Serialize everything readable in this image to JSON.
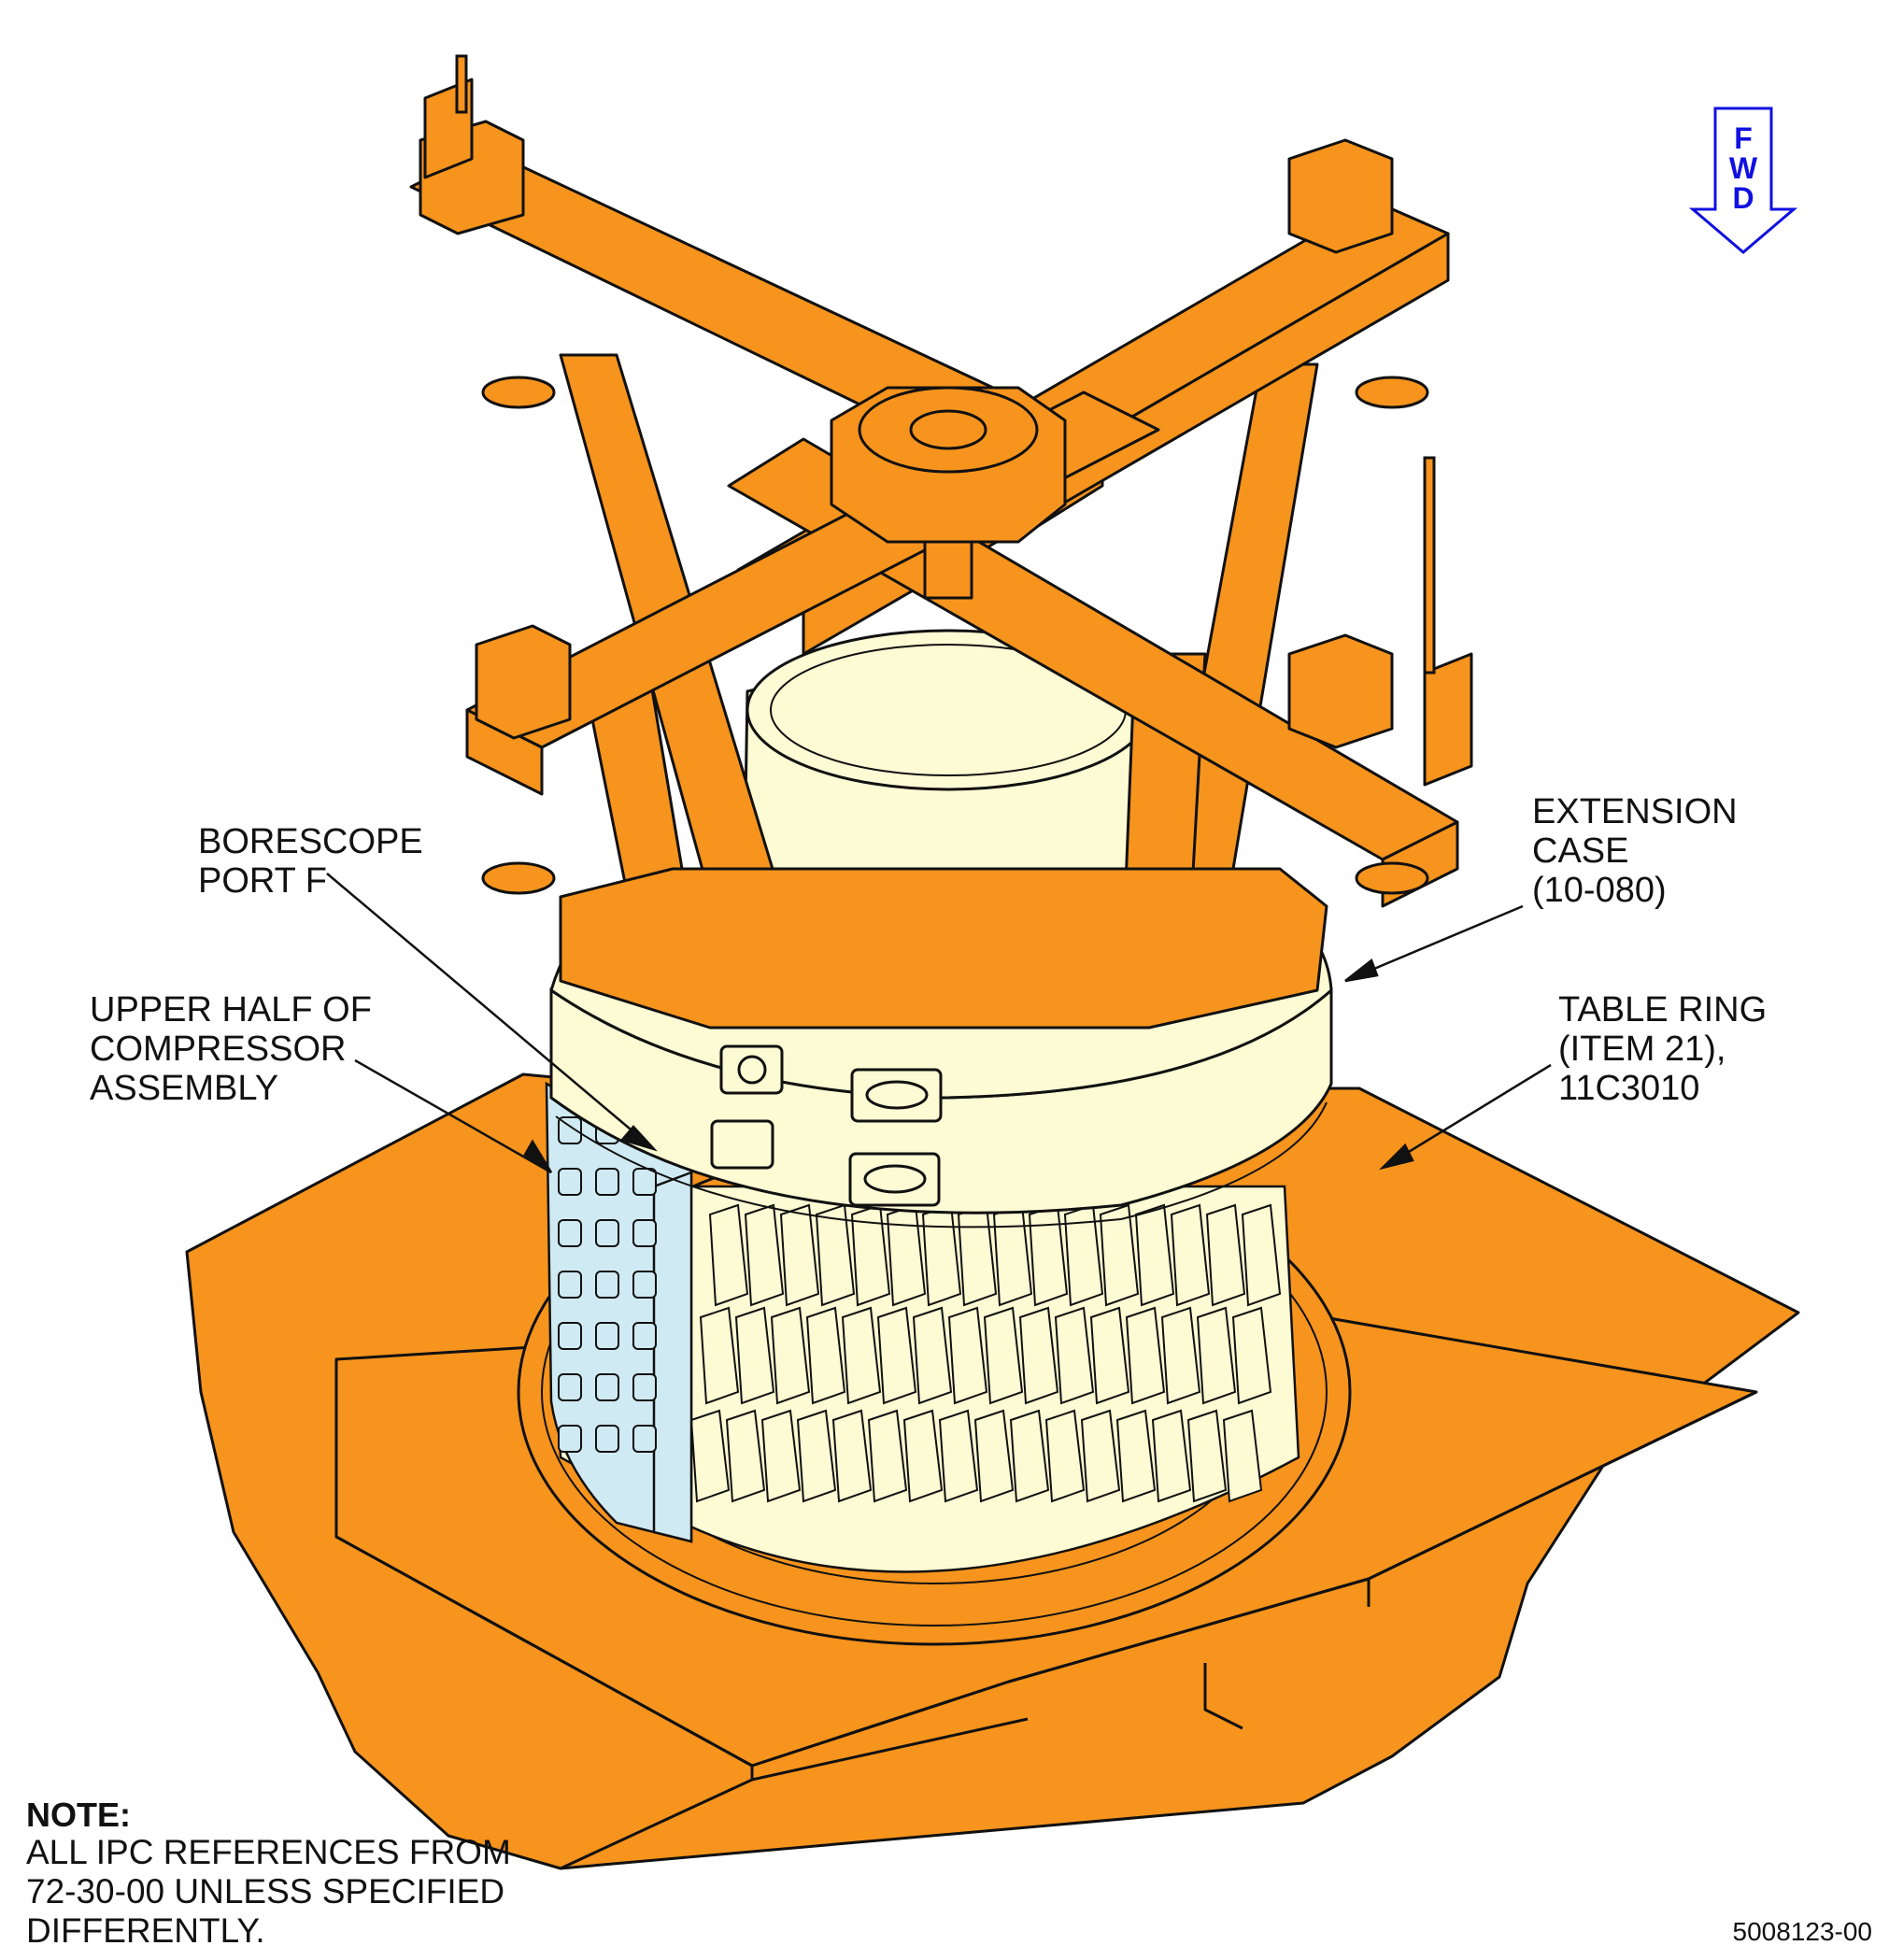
{
  "labels": {
    "extension_case": "EXTENSION\nCASE\n(10-080)",
    "borescope": "BORESCOPE\nPORT F",
    "upper_half": "UPPER HALF OF\nCOMPRESSOR\nASSEMBLY",
    "table_ring": "TABLE RING\n(ITEM 21),\n11C3010"
  },
  "fwd": {
    "letter_1": "F",
    "letter_2": "W",
    "letter_3": "D",
    "color": "#1010e0"
  },
  "note": {
    "title": "NOTE:",
    "body": "ALL IPC REFERENCES FROM\n72-30-00 UNLESS SPECIFIED\nDIFFERENTLY."
  },
  "drawing_number": "5008123-00",
  "colors": {
    "fixture_orange": "#f7941d",
    "case_cream": "#fdfbd4",
    "compressor_blue": "#cfeaf2",
    "outline": "#111111"
  }
}
